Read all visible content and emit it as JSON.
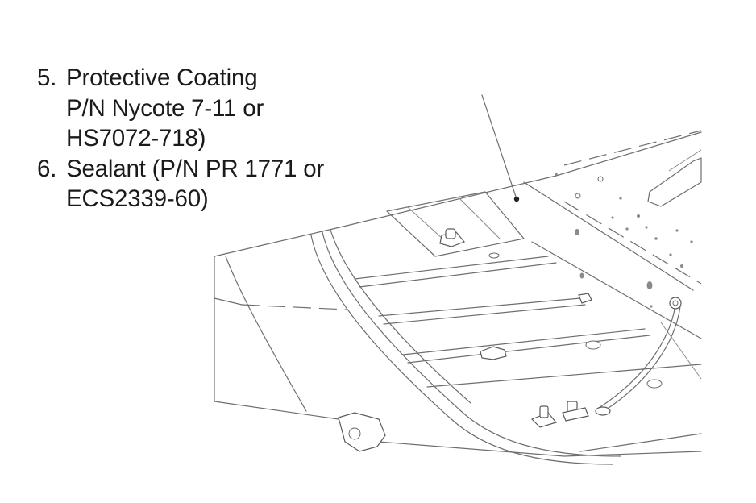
{
  "callouts": [
    {
      "number": "5.",
      "text": "Protective Coating\nP/N Nycote 7-11 or\nHS7072-718)"
    },
    {
      "number": "6.",
      "text": "Sealant (P/N PR 1771 or\nECS2339-60)"
    }
  ]
}
